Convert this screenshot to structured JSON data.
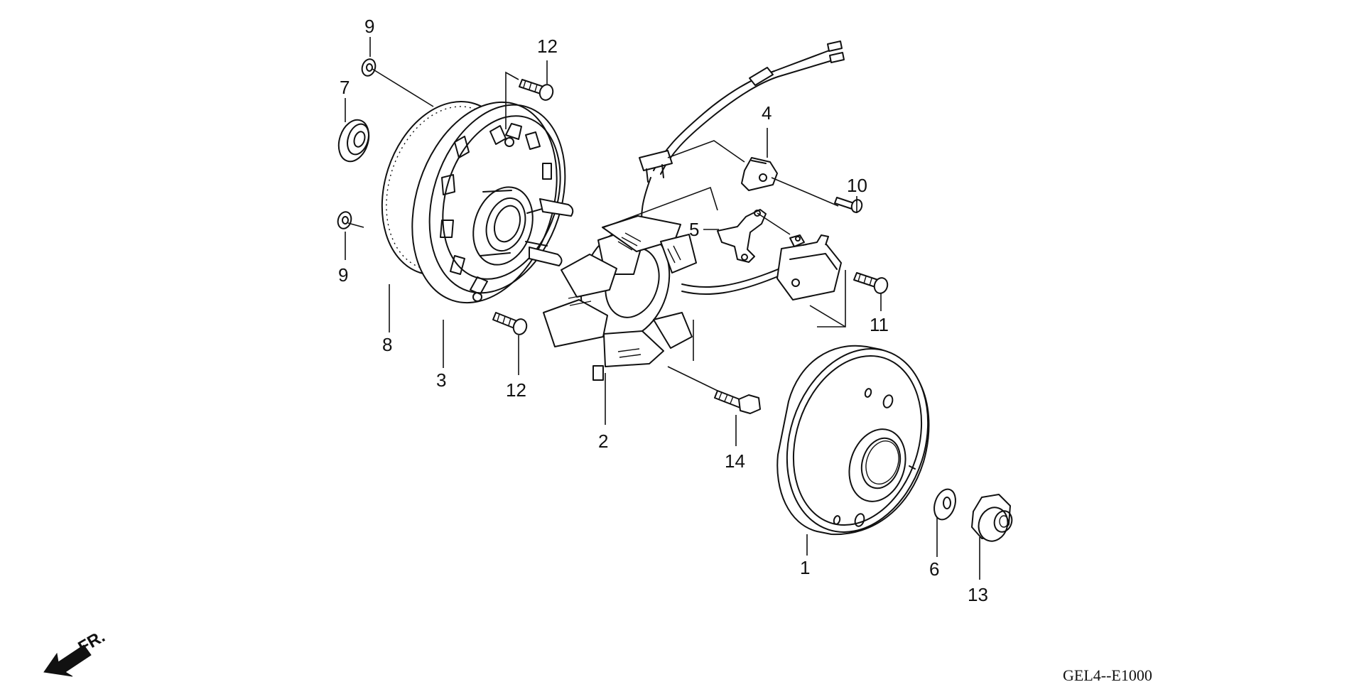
{
  "diagram_code": "GEL4--E1000",
  "direction_label": "FR.",
  "callouts": [
    "1",
    "2",
    "3",
    "4",
    "5",
    "6",
    "7",
    "8",
    "9",
    "10",
    "11",
    "12",
    "13",
    "14"
  ],
  "labels": {
    "n9_top": "9",
    "n7": "7",
    "n9_bottom": "9",
    "n8": "8",
    "n3": "3",
    "n12_top": "12",
    "n12_bottom": "12",
    "n2": "2",
    "n4": "4",
    "n5": "5",
    "n10": "10",
    "n11": "11",
    "n14": "14",
    "n1": "1",
    "n6": "6",
    "n13": "13"
  }
}
